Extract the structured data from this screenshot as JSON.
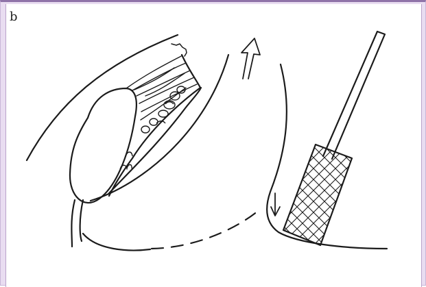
{
  "panel": {
    "label": "b"
  },
  "colors": {
    "line": "#1b1b1b",
    "panel_background": "#ffffff",
    "frame_fill": "#e9ddf1",
    "frame_border": "#8f73a8"
  },
  "figure": {
    "elements": [
      "curved-tissue-surface",
      "cystic-oval-structure",
      "fibrous-band",
      "cluster-cells",
      "dashed-arc",
      "upward-arrow",
      "downward-arrow",
      "probe-handle",
      "probe-crosshatched-head"
    ]
  }
}
